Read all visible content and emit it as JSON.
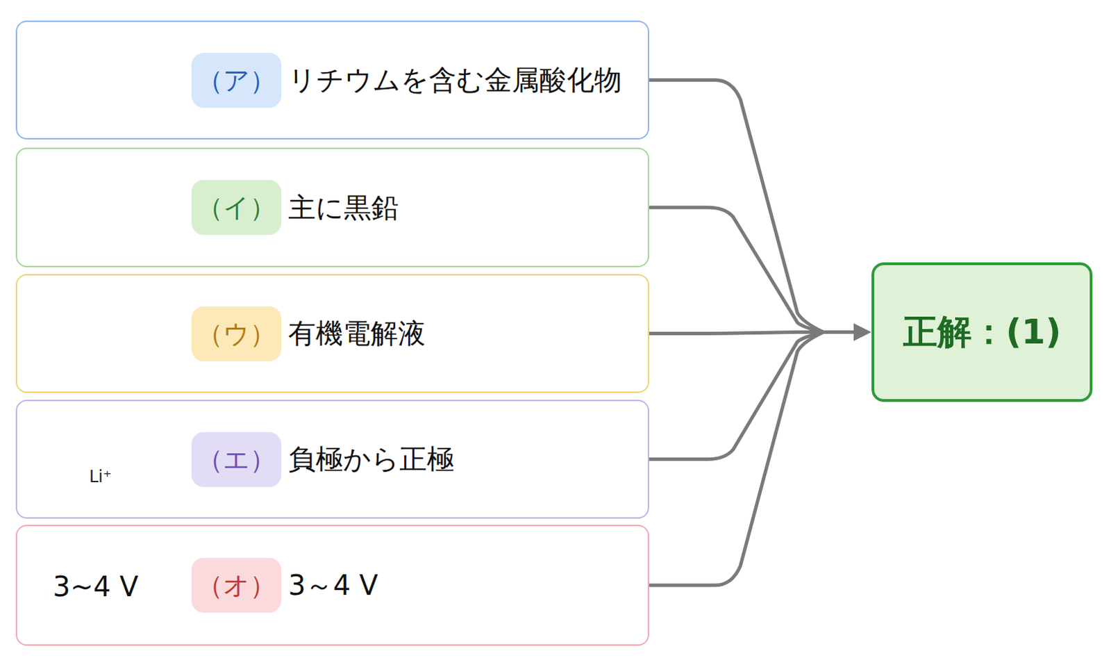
{
  "diagram": {
    "nodes": [
      {
        "text": [
          "リチウムを含む金属酸化物"
        ]
      },
      {
        "text": [
          "（ア）"
        ],
        "in": 0
      },
      {
        "text": [
          "主に黒鉛"
        ]
      },
      {
        "text": [
          "（イ）"
        ],
        "in": 2
      },
      {
        "text": [
          "有機電解液"
        ]
      },
      {
        "text": [
          "（ウ）"
        ],
        "in": 4
      },
      {
        "text": [
          "負極から正極"
        ]
      },
      {
        "text": [
          "（エ）"
        ],
        "in": 6
      },
      {
        "text": [
          "3～4 V"
        ]
      },
      {
        "text": [
          "（オ）"
        ],
        "in": 8
      },
      {
        "text": [
          "正解：(1)"
        ]
      }
    ],
    "edges": [
      {
        "from": 0,
        "to": 10,
        "arrow": "to"
      },
      {
        "from": 2,
        "to": 10,
        "arrow": "to"
      },
      {
        "from": 4,
        "to": 10,
        "arrow": "to"
      },
      {
        "from": 6,
        "to": 10,
        "arrow": "to"
      },
      {
        "from": 8,
        "to": 10,
        "arrow": "to"
      }
    ],
    "labels": [
      "Li",
      "Li⁺",
      "3~4 V"
    ]
  }
}
